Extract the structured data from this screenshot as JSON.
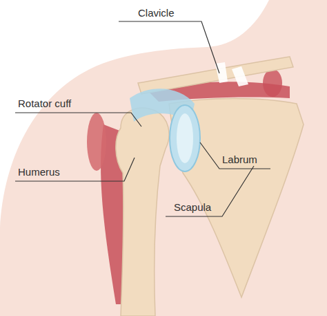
{
  "diagram": {
    "labels": [
      "Clavicle",
      "Rotator cuff",
      "Humerus",
      "Labrum",
      "Scapula"
    ]
  }
}
